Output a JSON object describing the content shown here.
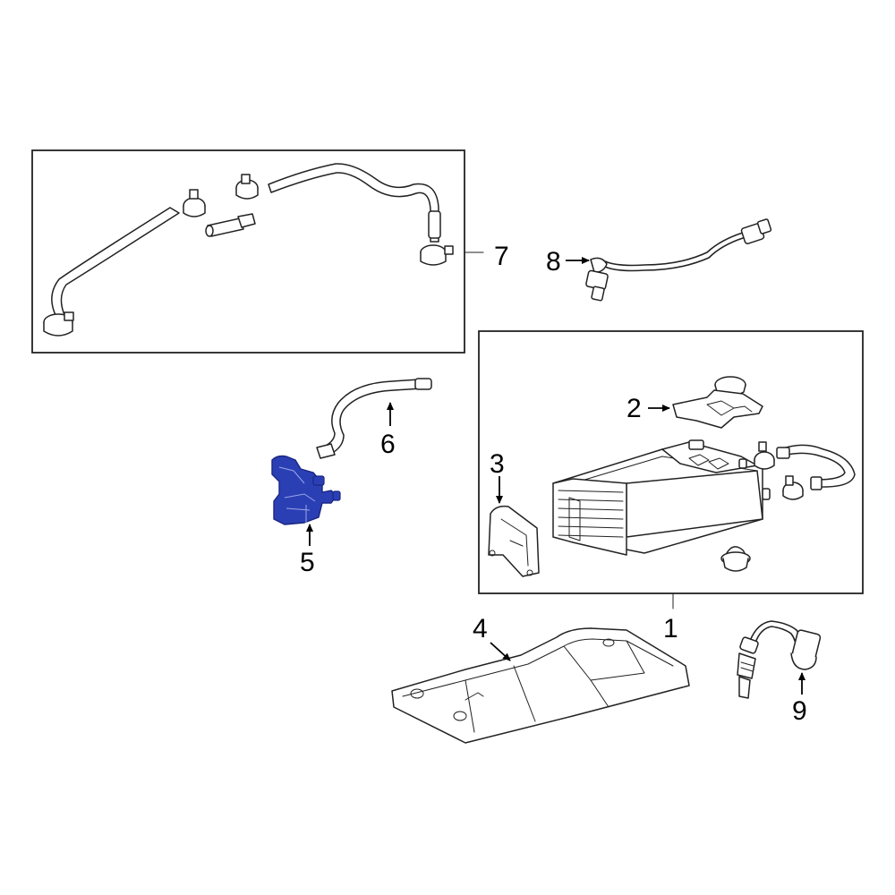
{
  "callouts": {
    "c1": "1",
    "c2": "2",
    "c3": "3",
    "c4": "4",
    "c5": "5",
    "c6": "6",
    "c7": "7",
    "c8": "8",
    "c9": "9"
  },
  "colors": {
    "highlight": "#2b3fb5",
    "line": "#222222",
    "background": "#ffffff"
  }
}
